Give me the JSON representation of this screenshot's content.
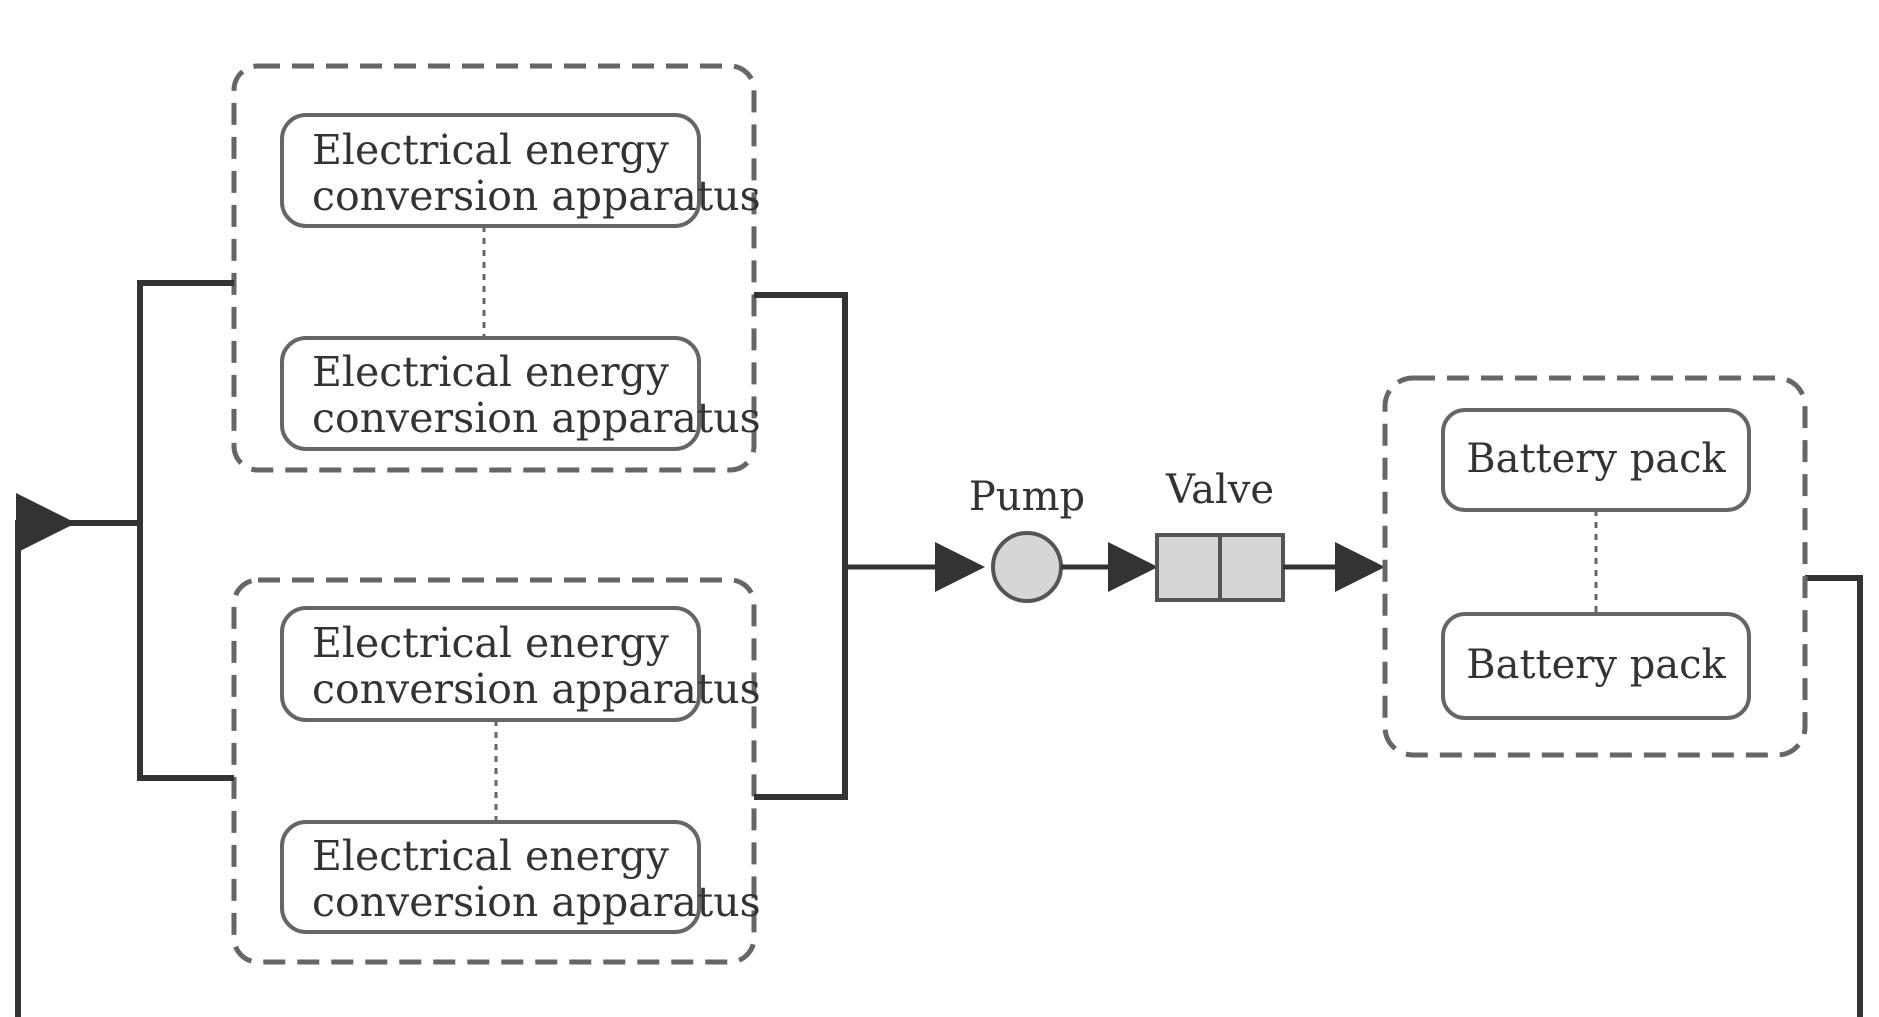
{
  "diagram": {
    "group_top": {
      "upper": {
        "line1": "Electrical energy",
        "line2": "conversion apparatus"
      },
      "lower": {
        "line1": "Electrical energy",
        "line2": "conversion apparatus"
      }
    },
    "group_bottom": {
      "upper": {
        "line1": "Electrical energy",
        "line2": "conversion apparatus"
      },
      "lower": {
        "line1": "Electrical energy",
        "line2": "conversion apparatus"
      }
    },
    "pump_label": "Pump",
    "valve_label": "Valve",
    "battery_group": {
      "upper": "Battery pack",
      "lower": "Battery pack"
    }
  }
}
